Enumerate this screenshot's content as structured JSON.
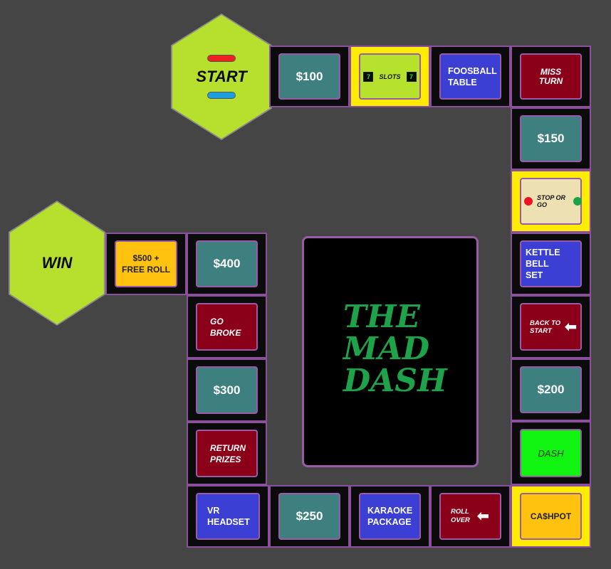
{
  "board_title": {
    "line1": "THE",
    "line2": "MAD",
    "line3": "DASH"
  },
  "start": {
    "label": "START"
  },
  "win": {
    "label": "WIN"
  },
  "spaces": {
    "s100": {
      "value": "$100"
    },
    "slots": {
      "label": "SLOTS",
      "left": "7",
      "right": "7"
    },
    "foosball": {
      "line1": "FOOSBALL",
      "line2": "TABLE"
    },
    "miss_turn": {
      "line1": "MISS",
      "line2": "TURN"
    },
    "s150": {
      "value": "$150"
    },
    "stop_or_go": {
      "line1": "STOP OR",
      "line2": "GO"
    },
    "kettle": {
      "line1": "KETTLE BELL",
      "line2": "SET"
    },
    "back_to_start": {
      "line1": "BACK TO",
      "line2": "START"
    },
    "s200": {
      "value": "$200"
    },
    "dash": {
      "label": "DASH"
    },
    "cashpot": {
      "label": "CA$HPOT"
    },
    "roll_over": {
      "line1": "ROLL",
      "line2": "OVER"
    },
    "karaoke": {
      "line1": "KARAOKE",
      "line2": "PACKAGE"
    },
    "s250": {
      "value": "$250"
    },
    "vr": {
      "line1": "VR",
      "line2": "HEADSET"
    },
    "return_prizes": {
      "line1": "RETURN",
      "line2": "PRIZES"
    },
    "s300": {
      "value": "$300"
    },
    "go_broke": {
      "line1": "GO",
      "line2": "BROKE"
    },
    "s400": {
      "value": "$400"
    },
    "free_roll": {
      "line1": "$500 +",
      "line2": "FREE ROLL"
    }
  },
  "colors": {
    "background": "#454545",
    "hex": "#b7e02e",
    "teal": "#3e8080",
    "blue": "#3b3fd4",
    "red": "#8b0018",
    "green": "#11f311",
    "gold": "#ffc20e",
    "title": "#1ea34a",
    "border": "#8b4f9e"
  },
  "tokens": [
    "red-token",
    "blue-token"
  ]
}
